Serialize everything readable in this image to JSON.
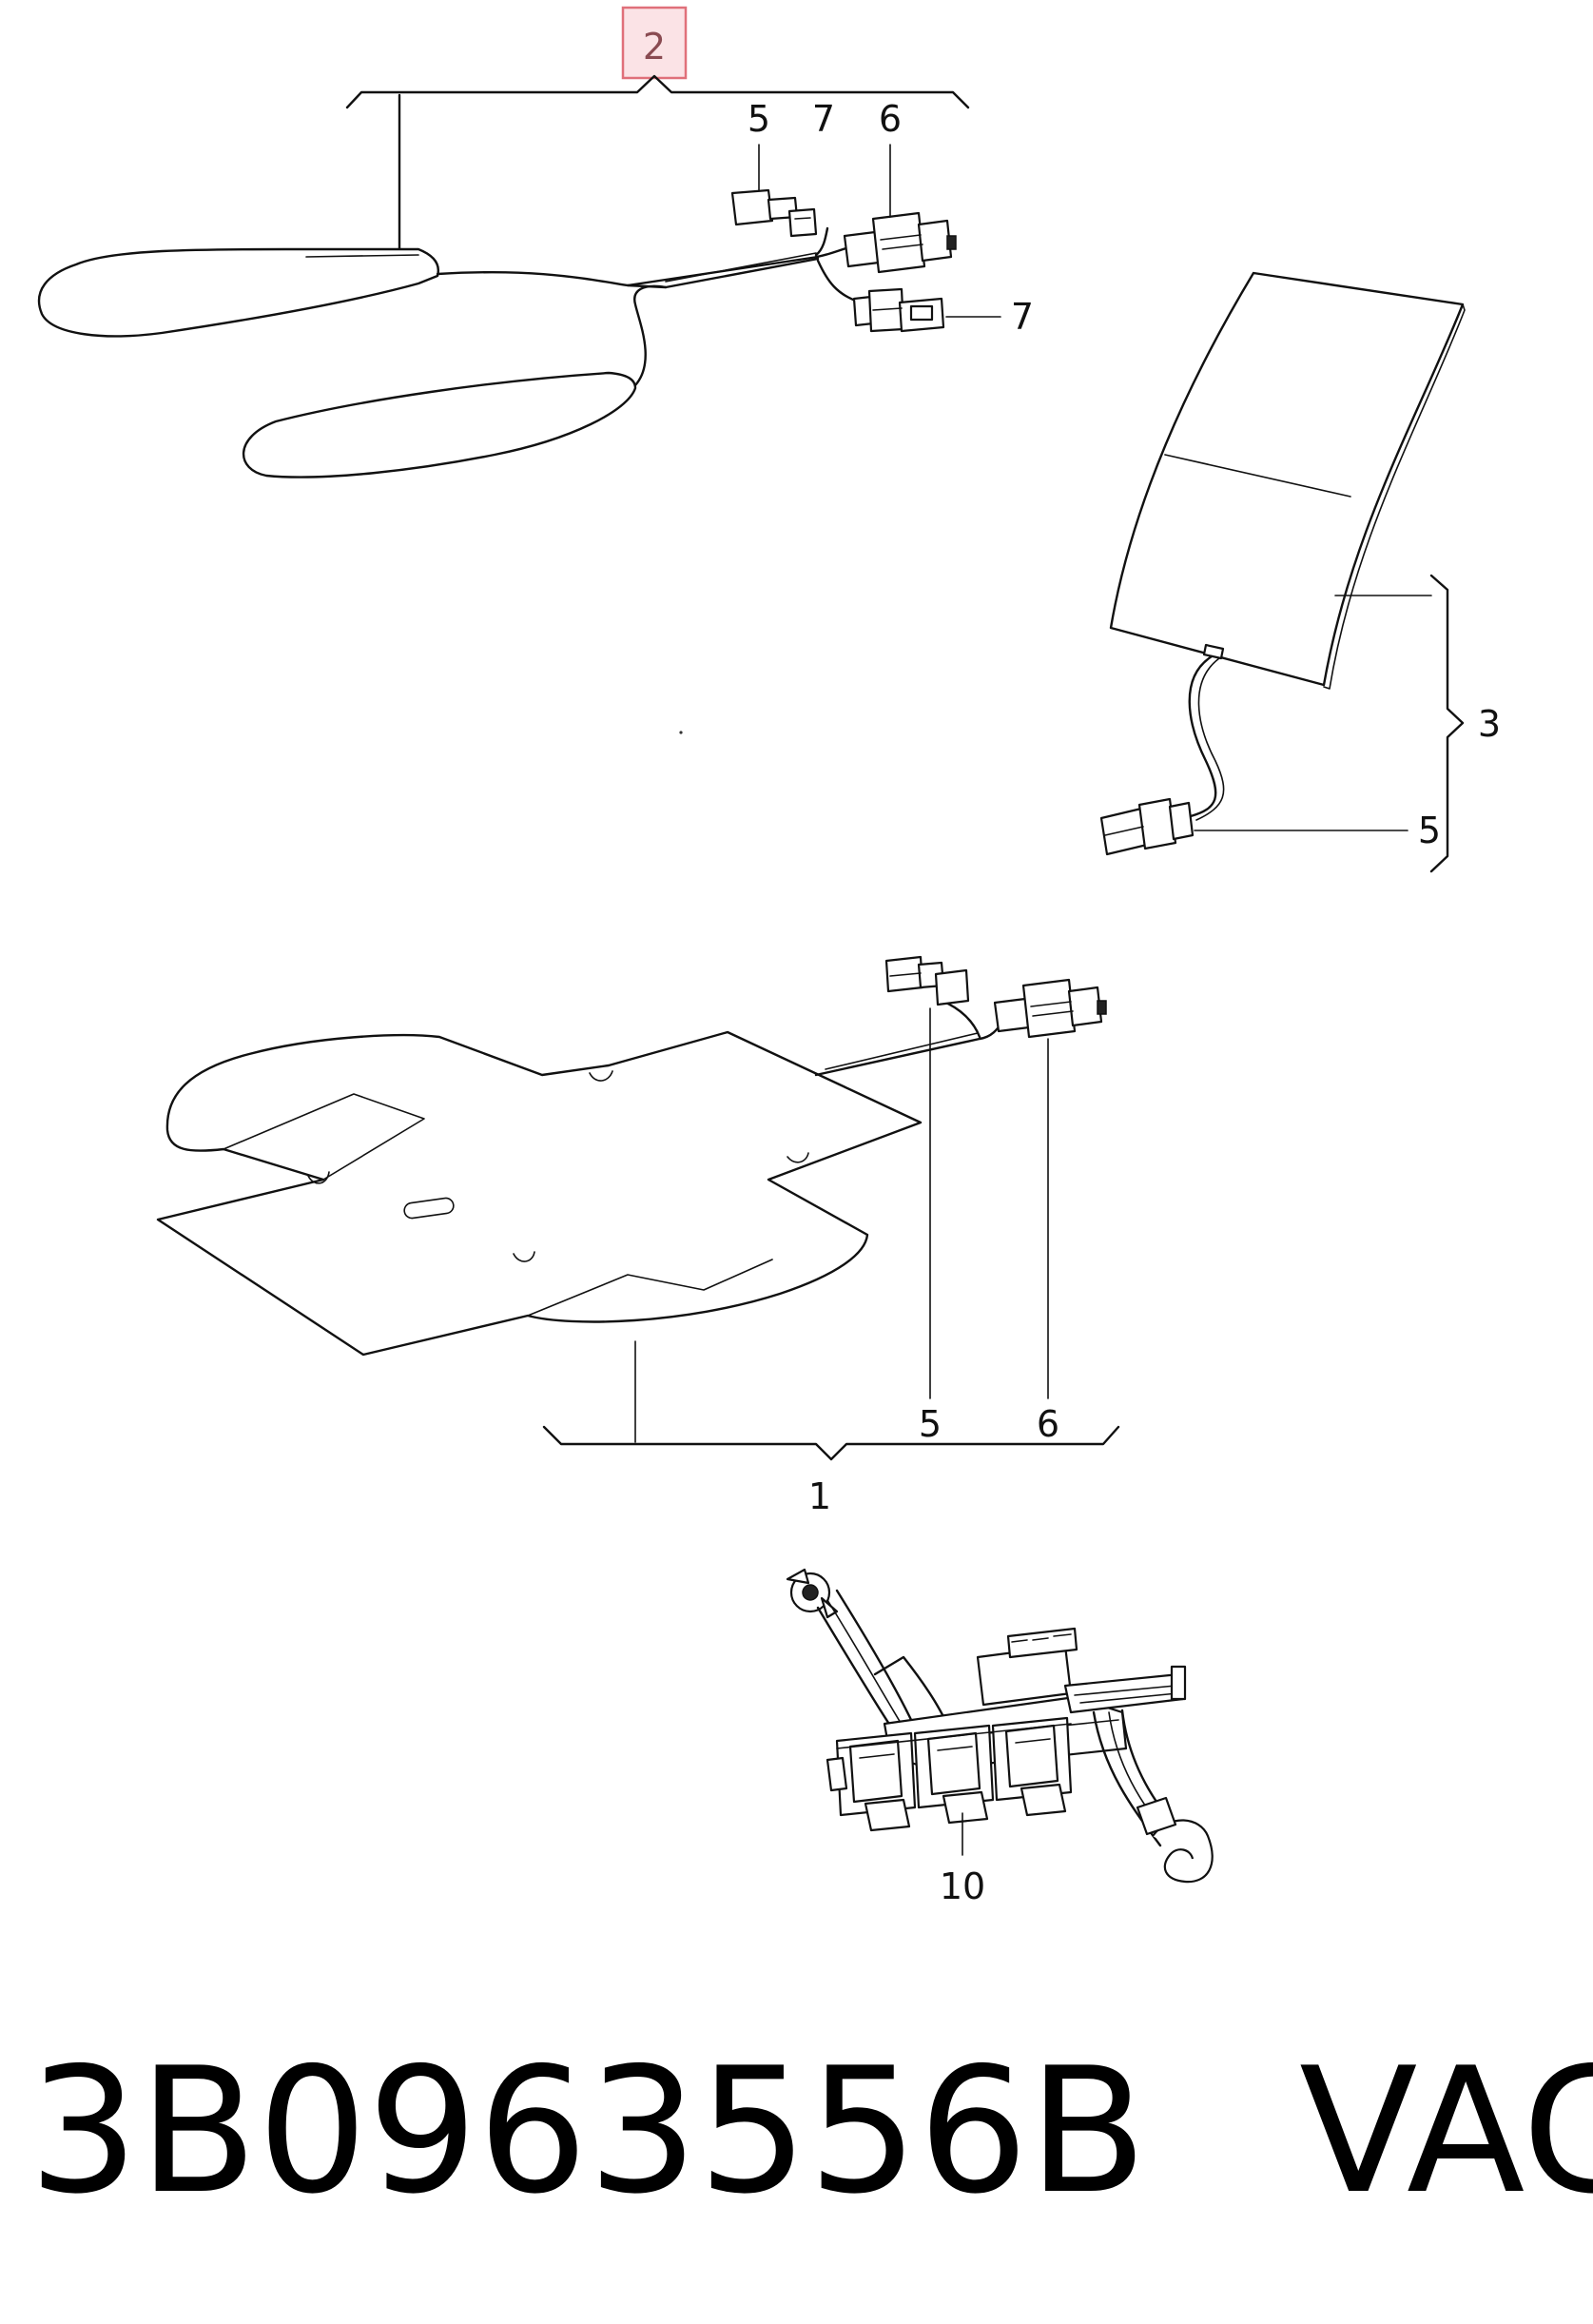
{
  "callouts": {
    "c1": "1",
    "c2": "2",
    "c3": "3",
    "c10": "10",
    "top_5": "5",
    "top_7a": "7",
    "top_6": "6",
    "top_7b": "7",
    "back_5": "5",
    "mid_5": "5",
    "mid_6": "6"
  },
  "footer": {
    "part_number": "3B0963556B",
    "brand": "VAG"
  },
  "colors": {
    "highlight_border": "#e0707a",
    "highlight_fill": "#fbe3e6",
    "line": "#111111"
  }
}
